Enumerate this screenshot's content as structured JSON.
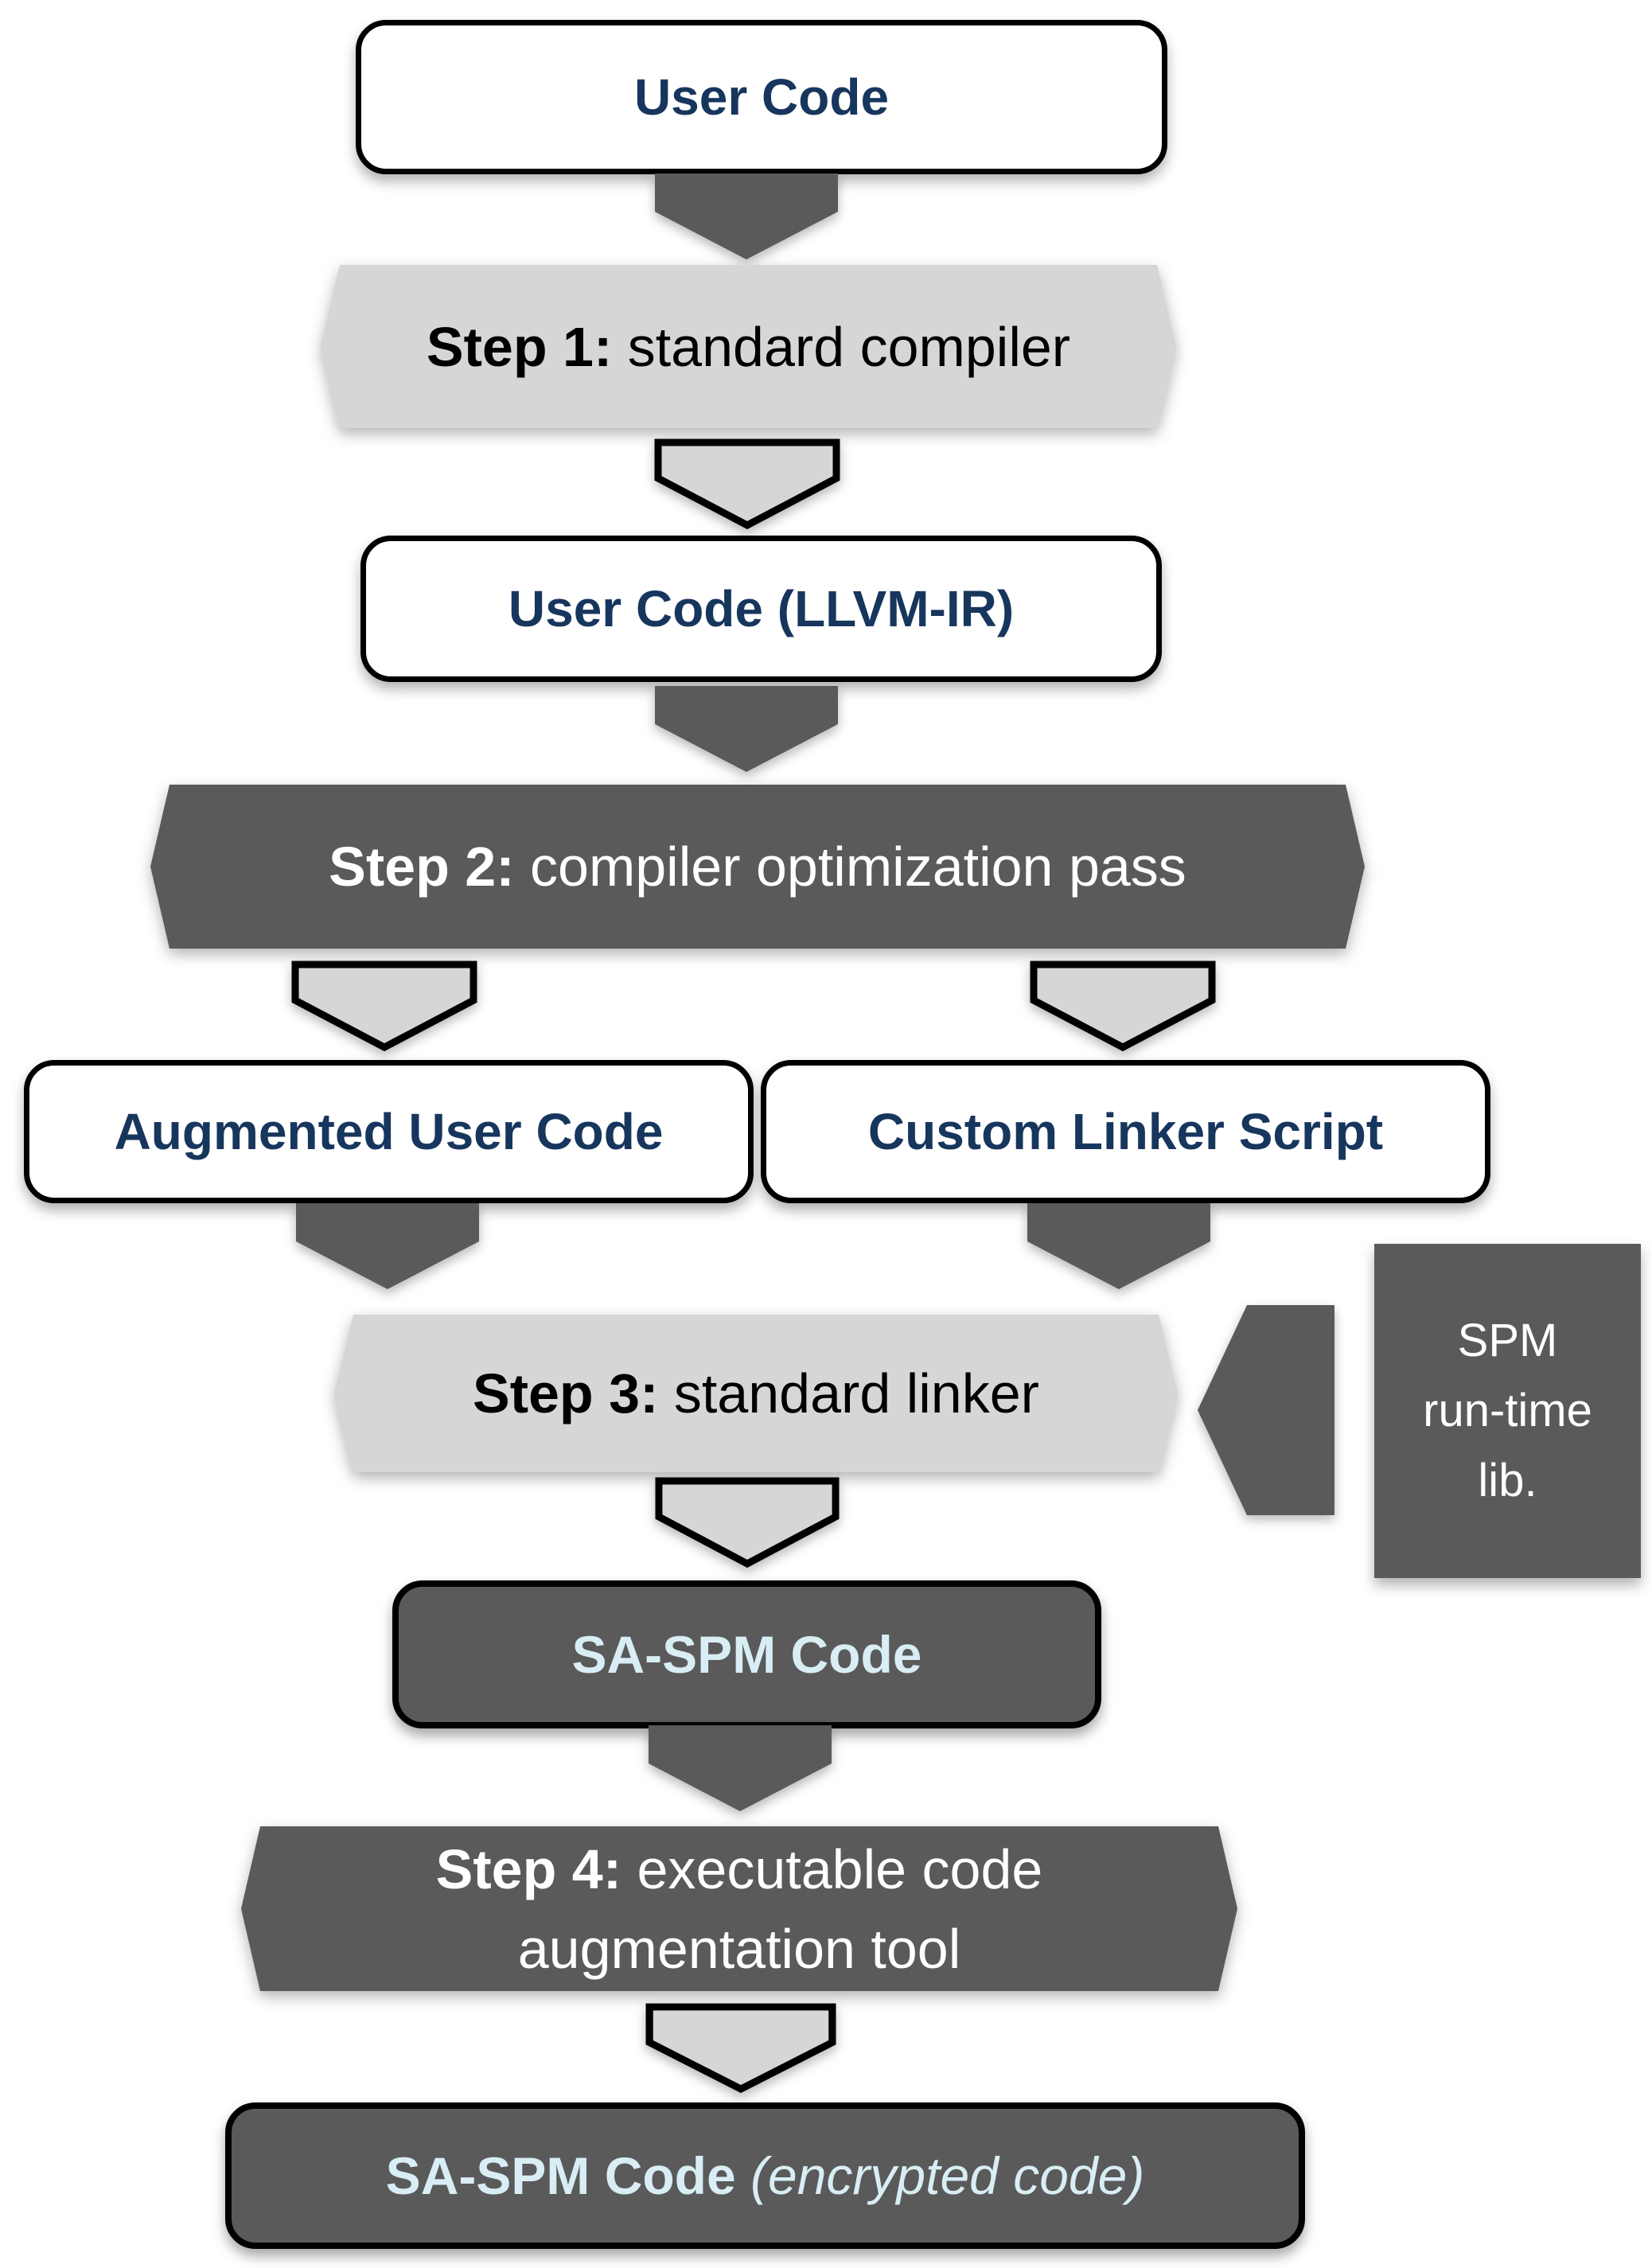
{
  "colors": {
    "background": "#ffffff",
    "dark_gray_fill": "#5a5a5a",
    "light_gray_fill": "#d6d6d6",
    "node_border": "#000000",
    "navy_text": "#17365d",
    "pale_blue_text": "#d9edf5",
    "white_text": "#ffffff",
    "black_text": "#000000"
  },
  "nodes": {
    "user_code": {
      "label": "User Code"
    },
    "step1": {
      "label_bold": "Step 1:",
      "label_rest": " standard compiler"
    },
    "llvm_ir": {
      "label": "User Code (LLVM-IR)"
    },
    "step2": {
      "label_bold": "Step 2:",
      "label_rest": " compiler optimization pass"
    },
    "augmented_user_code": {
      "label": "Augmented User Code"
    },
    "custom_linker_script": {
      "label": "Custom Linker Script"
    },
    "step3": {
      "label_bold": "Step 3:",
      "label_rest": " standard linker"
    },
    "spm_runtime_lib": {
      "line1": "SPM",
      "line2": "run-time",
      "line3": "lib."
    },
    "sa_spm_code": {
      "label": "SA-SPM Code"
    },
    "step4": {
      "label_bold": "Step 4:",
      "label_rest": " executable code",
      "label_line2": "augmentation tool"
    },
    "sa_spm_code_encrypted": {
      "label_bold": "SA-SPM Code",
      "label_italic": " (encrypted code)"
    }
  }
}
